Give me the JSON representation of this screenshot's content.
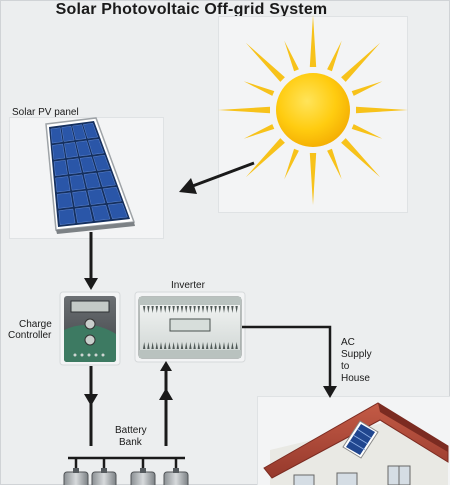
{
  "title": "Solar Photovoltaic Off-grid  System",
  "labels": {
    "solar_pv_panel": "Solar PV panel",
    "charge_controller": [
      "Charge",
      "Controller"
    ],
    "inverter": "Inverter",
    "ac_supply": [
      "AC",
      "Supply",
      "to",
      "House"
    ],
    "battery_bank": [
      "Battery",
      "Bank"
    ]
  },
  "colors": {
    "background": "#eceeef",
    "sun": "#f5b800",
    "sun_rays": "#f7c21a",
    "panel_cells": "#2a56a8",
    "controller_green": "#3d7a62",
    "roof": "#b14a3a",
    "arrow": "#1a1a1a"
  },
  "icons": [
    "sun-icon",
    "solar-panel-icon",
    "charge-controller-icon",
    "inverter-icon",
    "battery-icon",
    "house-icon"
  ]
}
